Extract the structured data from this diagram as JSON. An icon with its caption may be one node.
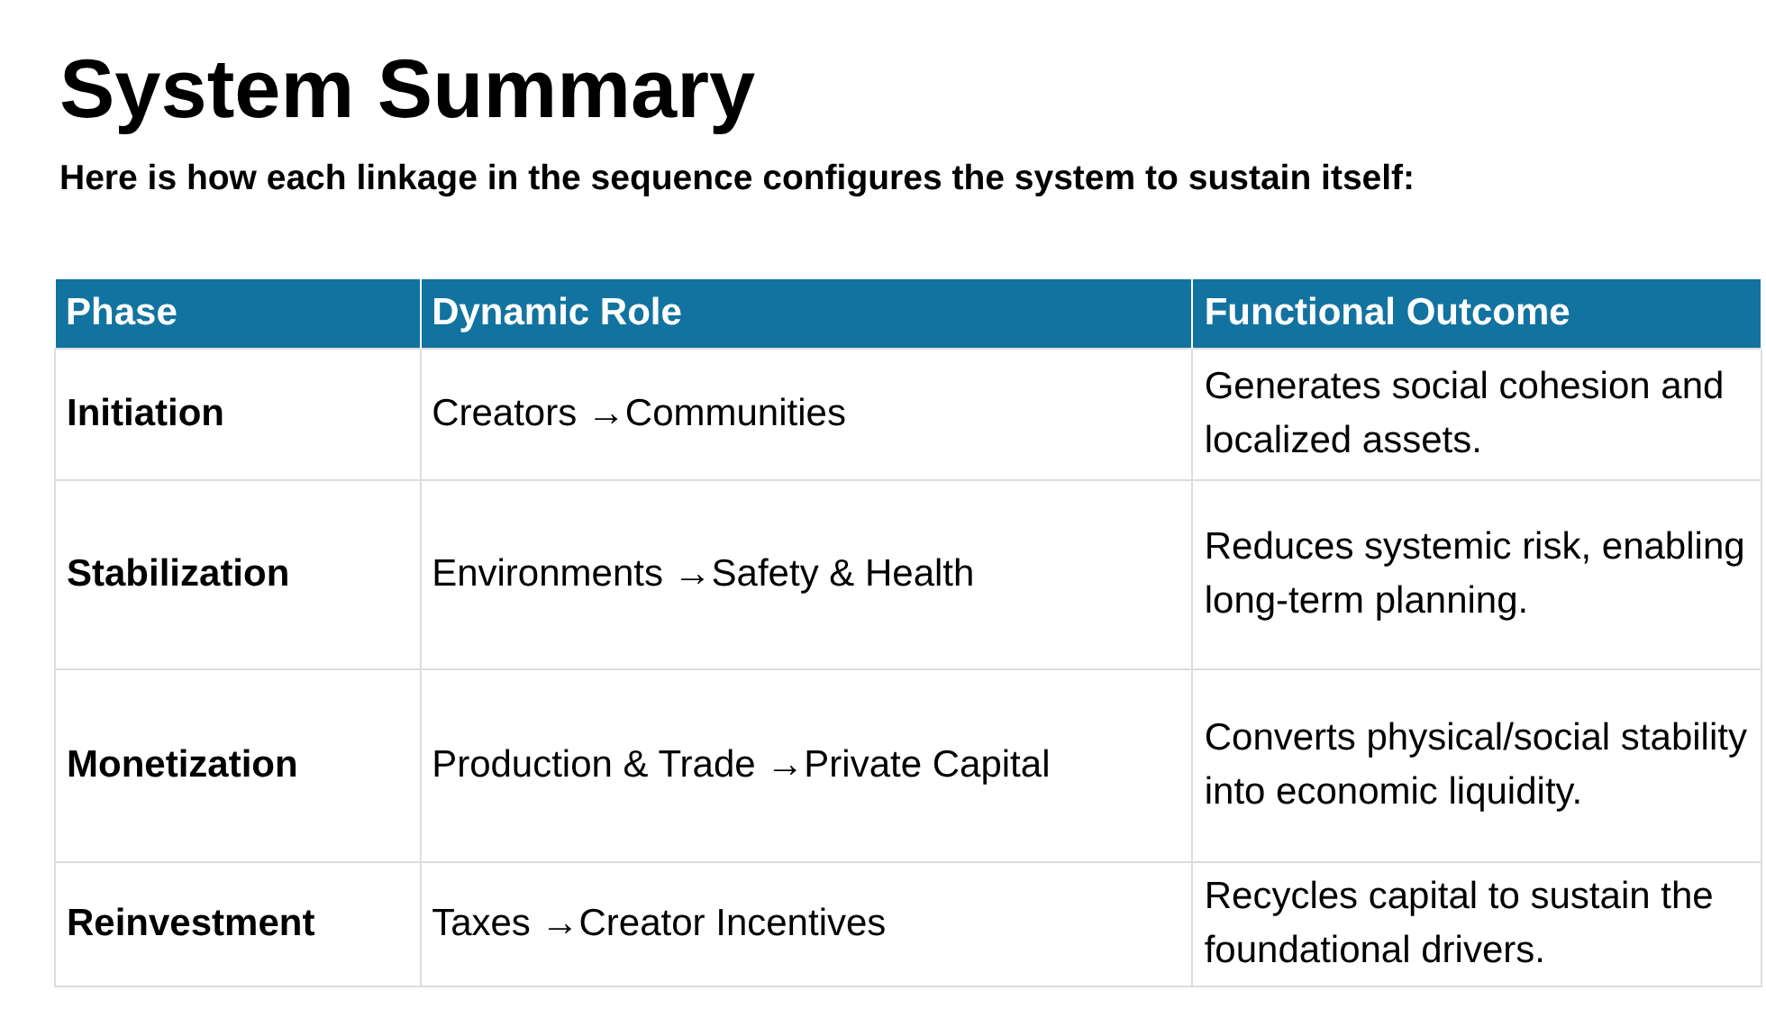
{
  "diagram": {
    "title": "System Summary",
    "labels": [
      "Here is how each linkage in the sequence configures the system to sustain itself:",
      "Phase",
      "Dynamic Role",
      "Functional Outcome",
      "Initiation",
      "Creators →Communities",
      "Generates social cohesion and localized assets.",
      "Stabilization",
      "Environments →Safety & Health",
      "Reduces systemic risk, enabling long-term planning.",
      "Monetization",
      "Production & Trade →Private Capital",
      "Converts physical/social stability into economic liquidity.",
      "Reinvestment",
      "Taxes →Creator Incentives",
      "Recycles capital to sustain the foundational drivers."
    ]
  }
}
